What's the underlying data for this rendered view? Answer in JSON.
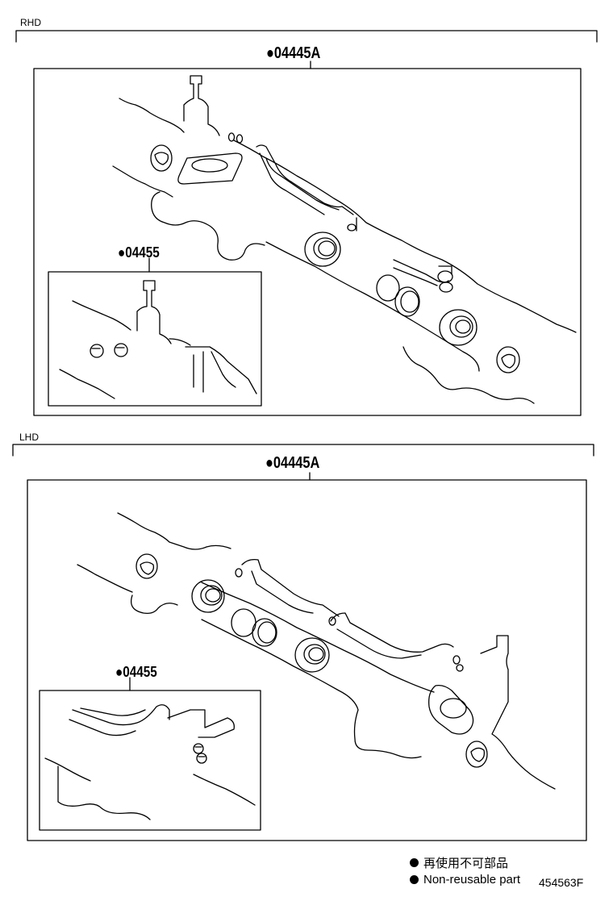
{
  "rhd": {
    "label": "RHD",
    "main_part": "●04445A",
    "inset_part": "●04455"
  },
  "lhd": {
    "label": "LHD",
    "main_part": "●04445A",
    "inset_part": "●04455"
  },
  "legend": {
    "japanese": "再使用不可部品",
    "english": "Non-reusable part"
  },
  "figure_number": "454563F"
}
